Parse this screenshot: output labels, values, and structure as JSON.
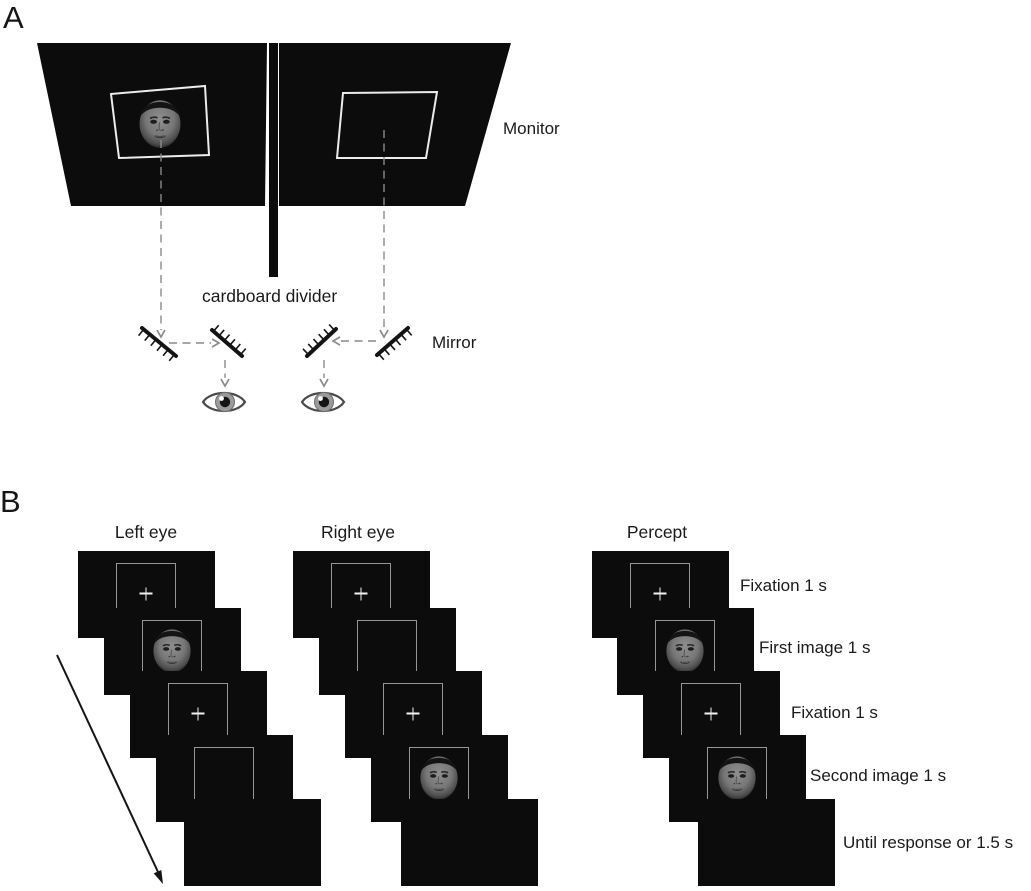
{
  "figure": {
    "panelA": {
      "label": "A",
      "monitor_label": "Monitor",
      "divider_label": "cardboard divider",
      "mirror_label": "Mirror"
    },
    "panelB": {
      "label": "B",
      "columns": [
        {
          "header": "Left eye",
          "frames": [
            "fixation",
            "face",
            "fixation",
            "empty-box",
            "blank"
          ]
        },
        {
          "header": "Right eye",
          "frames": [
            "fixation",
            "empty-box",
            "fixation",
            "face",
            "blank"
          ]
        },
        {
          "header": "Percept",
          "frames": [
            "fixation",
            "face",
            "fixation",
            "face",
            "blank"
          ]
        }
      ],
      "stage_labels": [
        "Fixation 1 s",
        "First image 1 s",
        "Fixation 1 s",
        "Second image 1 s",
        "Until response or 1.5 s"
      ]
    },
    "colors": {
      "screen_black": "#0c0c0c",
      "panelA_frame_stroke": "#ececec",
      "panelB_box_stroke": "#969696",
      "dashed_arrow_gray": "#8a8a8a",
      "ink_black": "#141414",
      "fixation_cross_white": "#f2f2f2"
    }
  }
}
